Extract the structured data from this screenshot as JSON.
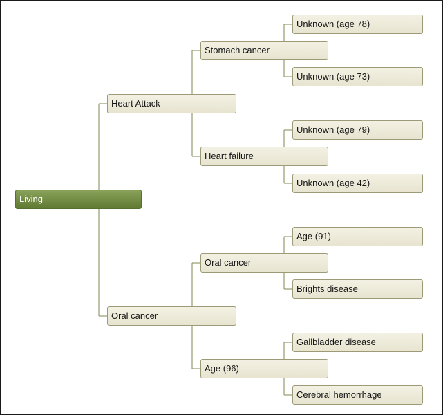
{
  "diagram": {
    "root": {
      "label": "Living"
    },
    "level1": [
      {
        "label": "Heart Attack"
      },
      {
        "label": "Oral cancer"
      }
    ],
    "level2": [
      {
        "label": "Stomach cancer"
      },
      {
        "label": "Heart failure"
      },
      {
        "label": "Oral cancer"
      },
      {
        "label": "Age (96)"
      }
    ],
    "level3": [
      {
        "label": "Unknown (age 78)"
      },
      {
        "label": "Unknown (age 73)"
      },
      {
        "label": "Unknown (age 79)"
      },
      {
        "label": "Unknown (age 42)"
      },
      {
        "label": "Age (91)"
      },
      {
        "label": "Brights disease"
      },
      {
        "label": "Gallbladder disease"
      },
      {
        "label": "Cerebral hemorrhage"
      }
    ]
  },
  "colors": {
    "root_fill": "#6f8a42",
    "node_fill": "#ece9d8",
    "node_border": "#9d9a78",
    "connector": "#7f8a53"
  }
}
